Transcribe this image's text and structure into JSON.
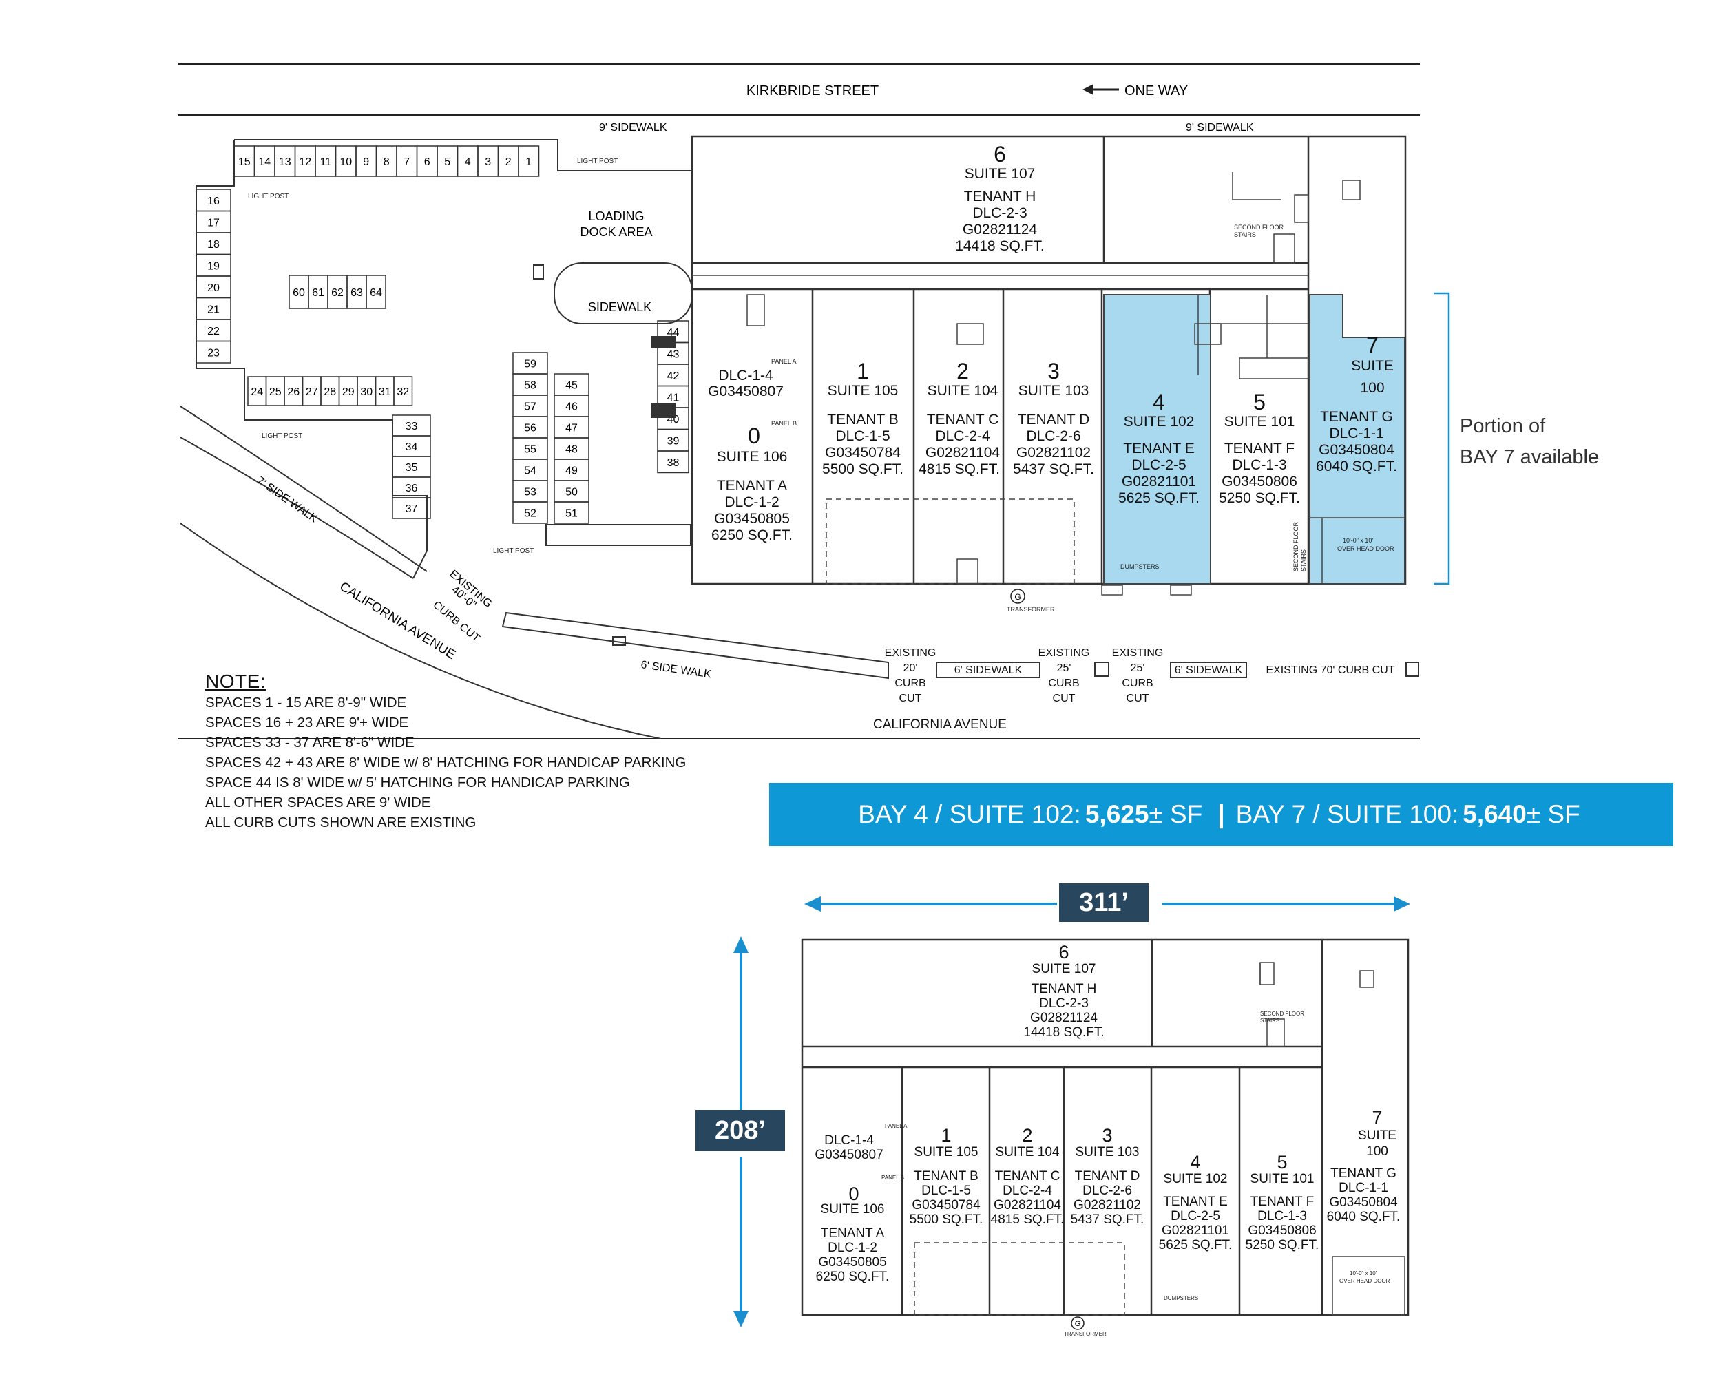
{
  "streets": {
    "north": "KIRKBRIDE STREET",
    "one_way": "ONE WAY",
    "south": "CALIFORNIA AVENUE",
    "southwest": "CALIFORNIA AVENUE"
  },
  "site_labels": {
    "sidewalk_9_left": "9' SIDEWALK",
    "sidewalk_9_right": "9' SIDEWALK",
    "loading_1": "LOADING",
    "loading_2": "DOCK AREA",
    "sidewalk": "SIDEWALK",
    "light_post": "LIGHT POST",
    "side_walk_7": "7' SIDE WALK",
    "side_walk_6": "6' SIDE WALK",
    "sidewalk_6": "6' SIDEWALK",
    "existing_curb_cut_1": "EXISTING",
    "existing_curb_cut_2": "40'-0\"",
    "existing_curb_cut_3": "CURB CUT",
    "curb_cut_20": [
      "EXISTING",
      "20'",
      "CURB",
      "CUT"
    ],
    "curb_cut_25a": [
      "EXISTING",
      "25'",
      "CURB",
      "CUT"
    ],
    "curb_cut_25b": [
      "EXISTING",
      "25'",
      "CURB",
      "CUT"
    ],
    "curb_cut_70": "EXISTING 70' CURB CUT",
    "second_floor_stairs_1": "SECOND FLOOR",
    "second_floor_stairs_2": "STAIRS",
    "second_floor_vertical": "SECOND FLOOR",
    "stairs_vertical": "STAIRS",
    "panel_a": "PANEL A",
    "panel_b": "PANEL B",
    "dumpsters": "DUMPSTERS",
    "transformer": "TRANSFORMER",
    "g": "G",
    "overhead_door_1": "10'-0\" x 10'",
    "overhead_door_2": "OVER HEAD DOOR"
  },
  "parking": {
    "top_row": [
      "15",
      "14",
      "13",
      "12",
      "11",
      "10",
      "9",
      "8",
      "7",
      "6",
      "5",
      "4",
      "3",
      "2",
      "1"
    ],
    "left_col": [
      "16",
      "17",
      "18",
      "19",
      "20",
      "21",
      "22",
      "23"
    ],
    "center_row": [
      "60",
      "61",
      "62",
      "63",
      "64"
    ],
    "bottom_row": [
      "24",
      "25",
      "26",
      "27",
      "28",
      "29",
      "30",
      "31",
      "32"
    ],
    "col_33": [
      "33",
      "34",
      "35",
      "36",
      "37"
    ],
    "col_59": [
      "59",
      "58",
      "57",
      "56",
      "55",
      "54",
      "53",
      "52"
    ],
    "col_45": [
      "45",
      "46",
      "47",
      "48",
      "49",
      "50",
      "51"
    ],
    "col_44": [
      "44",
      "43",
      "42",
      "41",
      "40",
      "39",
      "38"
    ]
  },
  "suites": [
    {
      "bay": "6",
      "suite": "SUITE 107",
      "tenant": "TENANT H",
      "dlc": "DLC-2-3",
      "gid": "G02821124",
      "area": "14418 SQ.FT."
    },
    {
      "bay": "0",
      "suite": "SUITE 106",
      "tenant": "TENANT A",
      "dlc": "DLC-1-2",
      "gid": "G03450805",
      "area": "6250 SQ.FT.",
      "dlc_top": "DLC-1-4",
      "gid_top": "G03450807"
    },
    {
      "bay": "1",
      "suite": "SUITE 105",
      "tenant": "TENANT B",
      "dlc": "DLC-1-5",
      "gid": "G03450784",
      "area": "5500 SQ.FT."
    },
    {
      "bay": "2",
      "suite": "SUITE 104",
      "tenant": "TENANT C",
      "dlc": "DLC-2-4",
      "gid": "G02821104",
      "area": "4815 SQ.FT."
    },
    {
      "bay": "3",
      "suite": "SUITE 103",
      "tenant": "TENANT D",
      "dlc": "DLC-2-6",
      "gid": "G02821102",
      "area": "5437 SQ.FT."
    },
    {
      "bay": "4",
      "suite": "SUITE 102",
      "tenant": "TENANT E",
      "dlc": "DLC-2-5",
      "gid": "G02821101",
      "area": "5625 SQ.FT."
    },
    {
      "bay": "5",
      "suite": "SUITE 101",
      "tenant": "TENANT F",
      "dlc": "DLC-1-3",
      "gid": "G03450806",
      "area": "5250 SQ.FT."
    },
    {
      "bay": "7",
      "suite": "SUITE",
      "suite2": "100",
      "tenant": "TENANT G",
      "dlc": "DLC-1-1",
      "gid": "G03450804",
      "area": "6040 SQ.FT."
    }
  ],
  "note": {
    "title": "NOTE:",
    "lines": [
      "SPACES 1 - 15 ARE 8'-9\" WIDE",
      "SPACES 16 + 23 ARE 9'+ WIDE",
      "SPACES 33 - 37 ARE 8'-6\" WIDE",
      "SPACES 42 + 43 ARE 8' WIDE w/ 8' HATCHING FOR HANDICAP PARKING",
      "SPACE 44 IS 8' WIDE w/ 5' HATCHING FOR HANDICAP PARKING",
      "ALL OTHER SPACES ARE 9' WIDE",
      "ALL CURB CUTS SHOWN ARE EXISTING"
    ]
  },
  "availability": {
    "portion_line1": "Portion of",
    "portion_line2": "BAY 7 available",
    "banner_part1": "BAY 4 / SUITE 102:",
    "banner_value1": "5,625",
    "banner_unit1": "± SF",
    "banner_sep": "|",
    "banner_part2": "BAY 7 / SUITE 100:",
    "banner_value2": "5,640",
    "banner_unit2": "± SF"
  },
  "dimensions": {
    "width": "311’",
    "depth": "208’"
  },
  "colors": {
    "highlight": "#a9d9ef",
    "banner": "#0f98d6",
    "dimension_arrow": "#1a8fd0",
    "dimension_label": "#28475e"
  }
}
